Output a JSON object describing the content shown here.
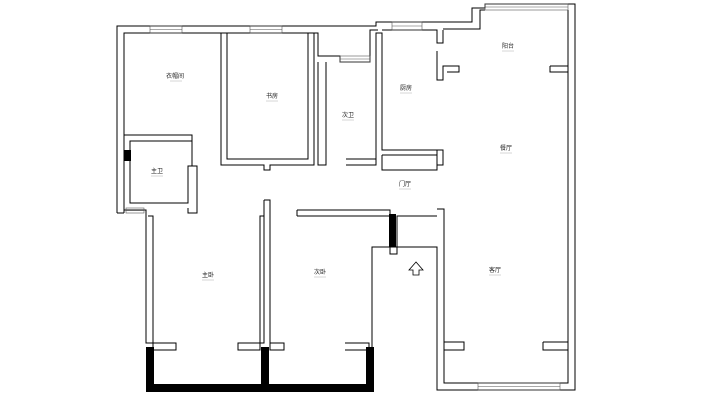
{
  "rooms": {
    "cloakroom": {
      "name": "衣帽间",
      "area": ""
    },
    "study": {
      "name": "书房",
      "area": ""
    },
    "second_bath": {
      "name": "次卫",
      "area": ""
    },
    "kitchen": {
      "name": "厨房",
      "area": ""
    },
    "balcony": {
      "name": "阳台",
      "area": ""
    },
    "dining": {
      "name": "餐厅",
      "area": ""
    },
    "master_bath": {
      "name": "主卫",
      "area": ""
    },
    "foyer": {
      "name": "门厅",
      "area": ""
    },
    "master_bedroom": {
      "name": "主卧",
      "area": ""
    },
    "second_bedroom": {
      "name": "次卧",
      "area": ""
    },
    "living_room": {
      "name": "客厅",
      "area": ""
    }
  },
  "colors": {
    "wall": "#000000",
    "background": "#ffffff",
    "window": "#555555",
    "fill_wall": "#000000"
  }
}
